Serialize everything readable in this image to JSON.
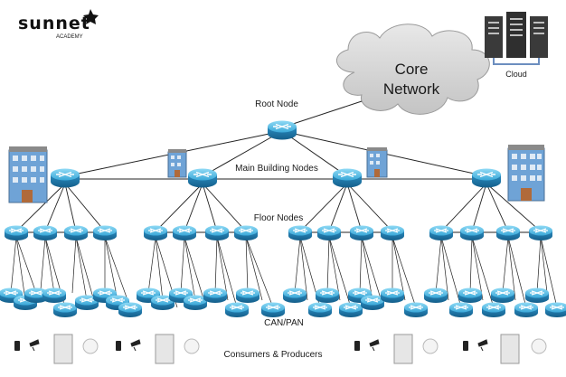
{
  "brand": {
    "name": "sunnet",
    "sub": "ACADEMY"
  },
  "labels": {
    "core_line1": "Core",
    "core_line2": "Network",
    "cloud": "Cloud",
    "root": "Root Node",
    "main_building": "Main Building Nodes",
    "floor": "Floor Nodes",
    "can_pan": "CAN/PAN",
    "consumers": "Consumers & Producers"
  },
  "colors": {
    "router_top": "#5fc3e8",
    "router_side": "#1f7fb3",
    "cloud_fill": "#d9d9d9",
    "server": "#3a3a3a",
    "building": "#6fa3d6"
  },
  "icons": [
    "router-icon",
    "building-icon",
    "server-rack-icon",
    "cloud-icon",
    "phone-icon",
    "camera-icon",
    "pc-tower-icon",
    "sensor-icon"
  ]
}
